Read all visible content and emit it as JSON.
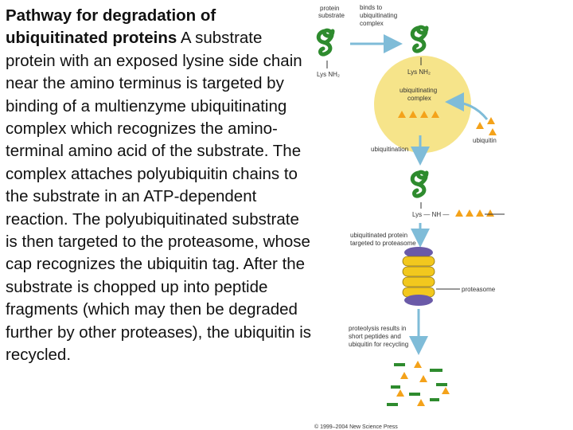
{
  "caption": {
    "title": "Pathway for degradation of ubiquitinated proteins",
    "body": "A substrate protein with an exposed lysine side chain near the amino terminus is targeted by binding of a multienzyme ubiquitinating complex which recognizes the amino-terminal amino acid of the substrate. The complex attaches polyubiquitin chains to the substrate in an ATP-dependent reaction. The polyubiquitinated substrate is then targeted to the proteasome, whose cap recognizes the ubiquitin tag. After the substrate is chopped up into peptide fragments (which may then be degraded further by other proteases), the ubiquitin is recycled."
  },
  "diagram": {
    "protein_substrate_l1": "protein",
    "protein_substrate_l2": "substrate",
    "lysnh2_left": "Lys NH₂",
    "binds_l1": "binds to",
    "binds_l2": "ubiquitinating",
    "binds_l3": "complex",
    "lysnh2_center": "Lys NH₂",
    "complex_l1": "ubiquitinating",
    "complex_l2": "complex",
    "ubiquitin": "ubiquitin",
    "ubiquitination": "ubiquitination",
    "lys_nh": "Lys — NH —",
    "targeted_l1": "ubiquitinated protein",
    "targeted_l2": "targeted to proteasome",
    "proteasome": "proteasome",
    "proteolysis_l1": "proteolysis results in",
    "proteolysis_l2": "short peptides and",
    "proteolysis_l3": "ubiquitin for recycling",
    "copyright": "© 1999–2004 New Science Press"
  },
  "colors": {
    "protein_green": "#2e8b2e",
    "complex_yellow": "#f6e48a",
    "ubiquitin_orange": "#f4a21a",
    "arrow_blue": "#7fbcd8",
    "proteasome_cap": "#6a5aa8",
    "proteasome_core": "#f2c81e"
  }
}
